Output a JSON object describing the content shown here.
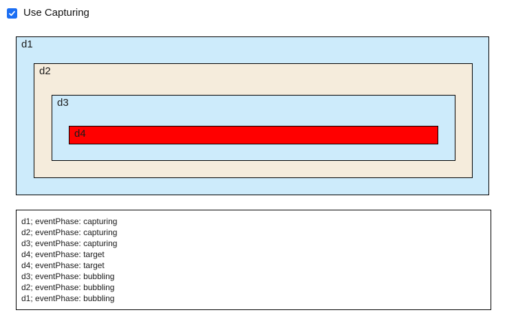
{
  "checkbox": {
    "label": "Use Capturing",
    "checked": true,
    "accent_color": "#1b6ef3"
  },
  "boxes": {
    "d1": {
      "label": "d1",
      "background": "#cdebfb"
    },
    "d2": {
      "label": "d2",
      "background": "#f5ecdc"
    },
    "d3": {
      "label": "d3",
      "background": "#cdebfb"
    },
    "d4": {
      "label": "d4",
      "background": "#ff0000"
    }
  },
  "log": {
    "lines": [
      "d1; eventPhase: capturing",
      "d2; eventPhase: capturing",
      "d3; eventPhase: capturing",
      "d4; eventPhase: target",
      "d4; eventPhase: target",
      "d3; eventPhase: bubbling",
      "d2; eventPhase: bubbling",
      "d1; eventPhase: bubbling"
    ]
  },
  "colors": {
    "border": "#000000",
    "page_background": "#ffffff",
    "box_blue": "#cdebfb",
    "box_cream": "#f5ecdc",
    "box_red": "#ff0000"
  }
}
